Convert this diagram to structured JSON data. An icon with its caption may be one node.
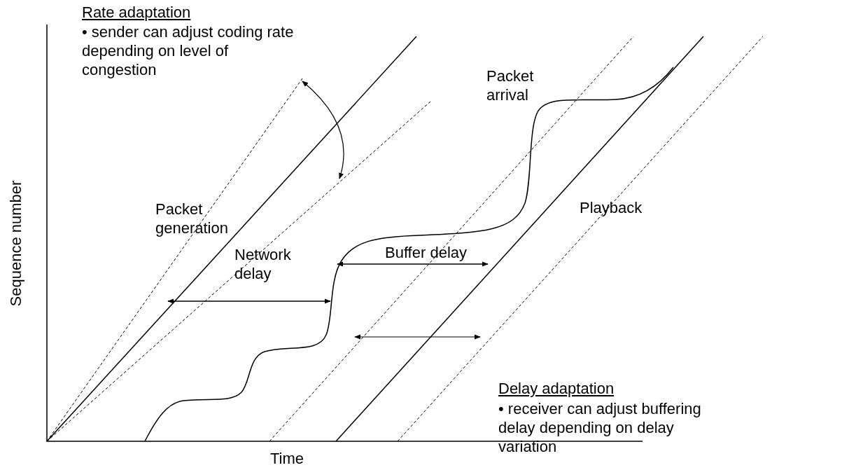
{
  "diagram": {
    "labels": [
      "Rate adaptation",
      "• sender can adjust coding rate depending on level of congestion",
      "Packet arrival",
      "Packet generation",
      "Playback",
      "Network delay",
      "Buffer delay",
      "Delay adaptation",
      "• receiver can adjust buffering delay depending on delay variation",
      "Sequence number",
      "Time"
    ]
  }
}
